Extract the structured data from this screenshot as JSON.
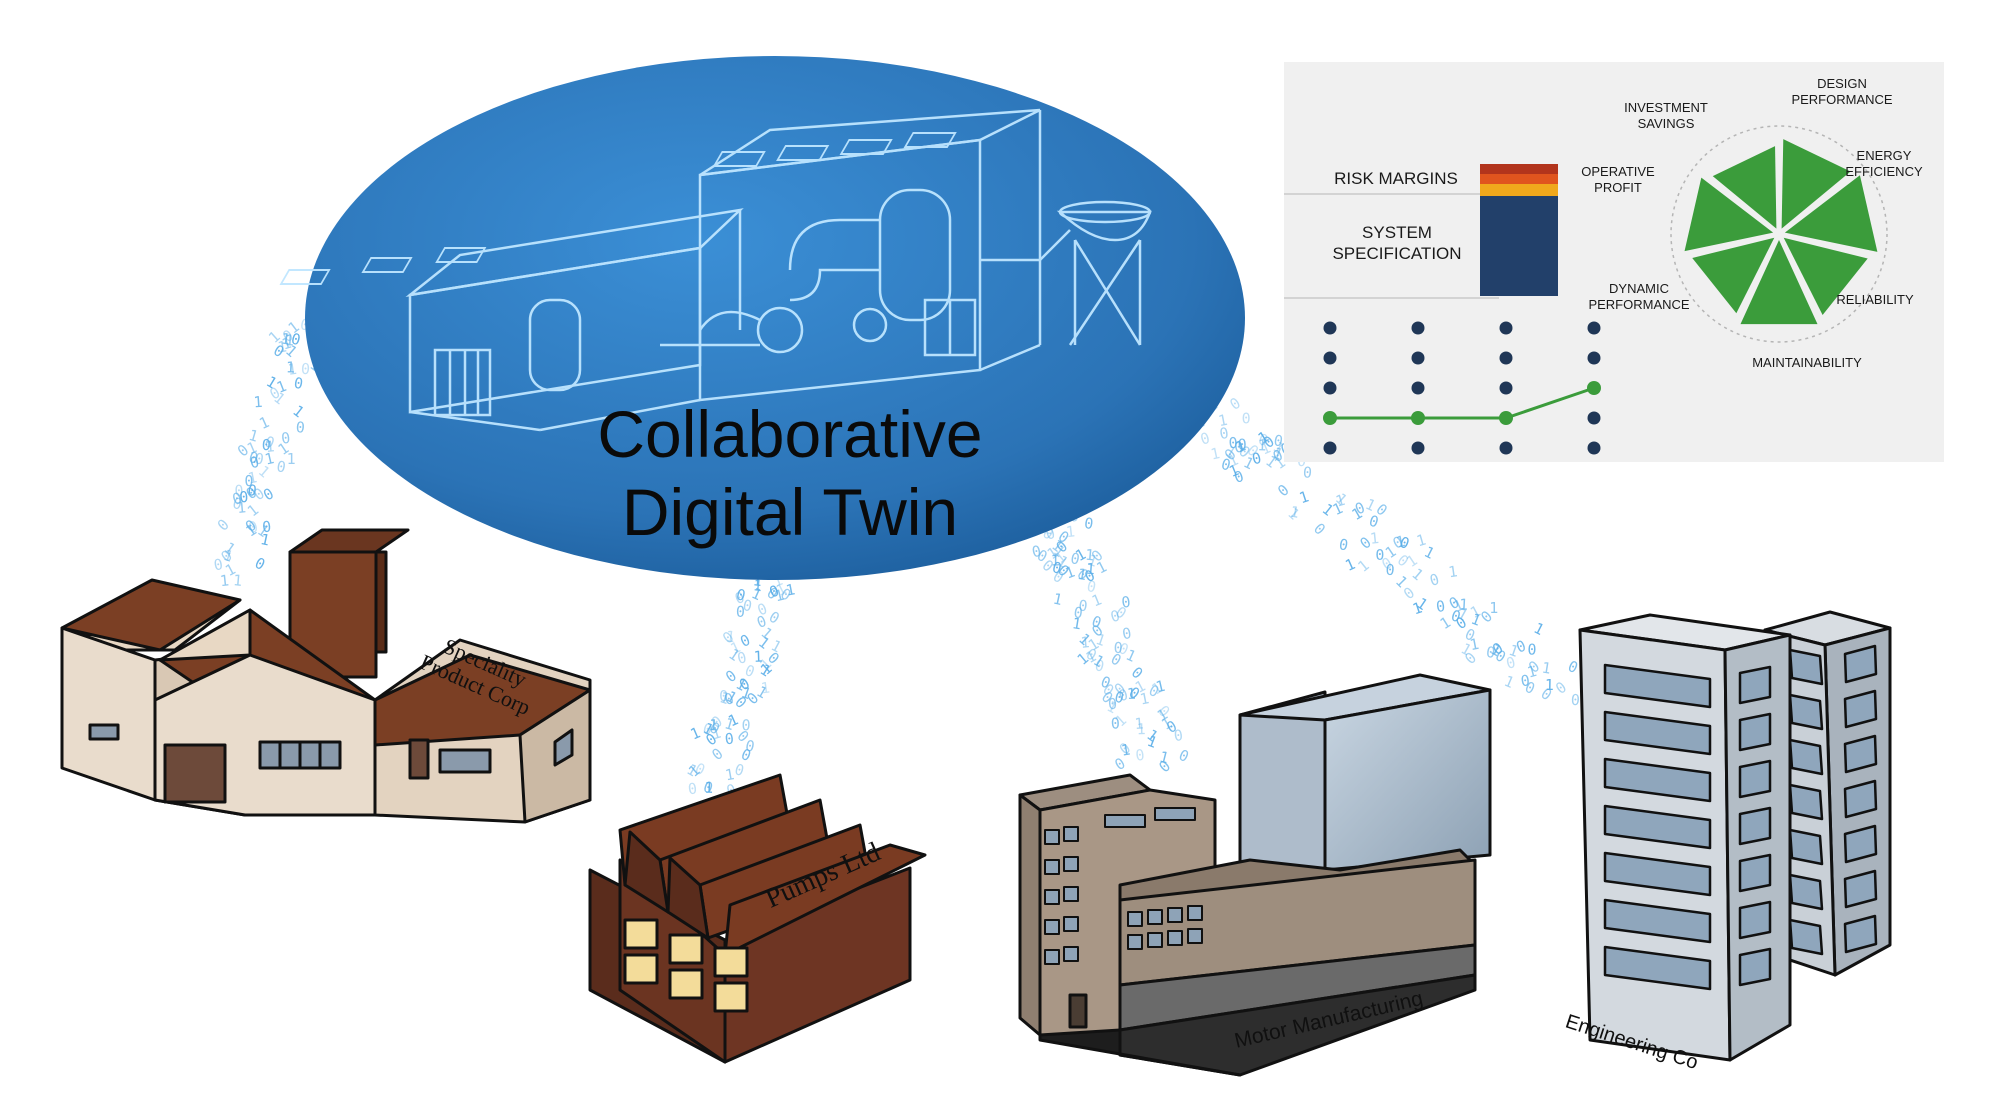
{
  "twin": {
    "title_line1": "Collaborative",
    "title_line2": "Digital Twin"
  },
  "companies": {
    "speciality_line1": "Speciality",
    "speciality_line2": "Product Corp",
    "pumps": "Pumps Ltd",
    "motor": "Motor Manufacturing",
    "engineering": "Engineering Co"
  },
  "dashboard": {
    "risk_margins": "RISK MARGINS",
    "system_spec_line1": "SYSTEM",
    "system_spec_line2": "SPECIFICATION",
    "radar_labels": {
      "design_line1": "DESIGN",
      "design_line2": "PERFORMANCE",
      "energy_line1": "ENERGY",
      "energy_line2": "EFFICIENCY",
      "reliability": "RELIABILITY",
      "maintainability": "MAINTAINABILITY",
      "dynamic_line1": "DYNAMIC",
      "dynamic_line2": "PERFORMANCE",
      "operative_line1": "OPERATIVE",
      "operative_line2": "PROFIT",
      "investment_line1": "INVESTMENT",
      "investment_line2": "SAVINGS"
    },
    "selection_path": [
      3,
      3,
      3,
      2
    ],
    "colors": {
      "spec_bar": "#22406a",
      "risk_top": "#b2341c",
      "risk_mid": "#e0541e",
      "risk_low": "#f0a81c",
      "radar_fill": "#3b9c3b",
      "path_line": "#3b9c3b",
      "dot": "#1f3656"
    }
  }
}
